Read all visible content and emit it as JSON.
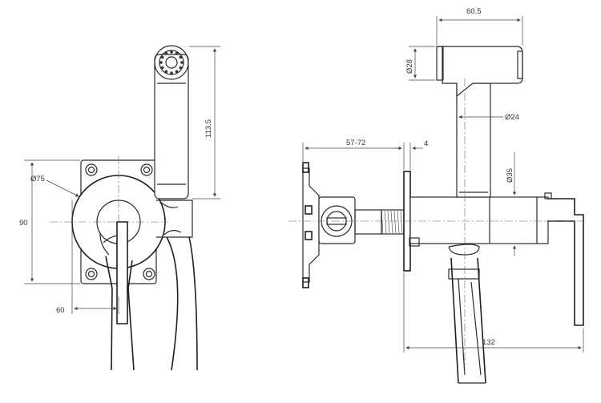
{
  "dimensions": {
    "diameter_75": "Ø75",
    "height_90": "90",
    "offset_60": "60",
    "hand_shower_length": "113.5",
    "head_width": "60.5",
    "diameter_28": "Ø28",
    "diameter_24": "Ø24",
    "diameter_35": "Ø35",
    "wall_depth": "57-72",
    "plate_thickness": "4",
    "total_depth": "132"
  },
  "colors": {
    "line": "#2b2b2b",
    "background": "#ffffff"
  }
}
